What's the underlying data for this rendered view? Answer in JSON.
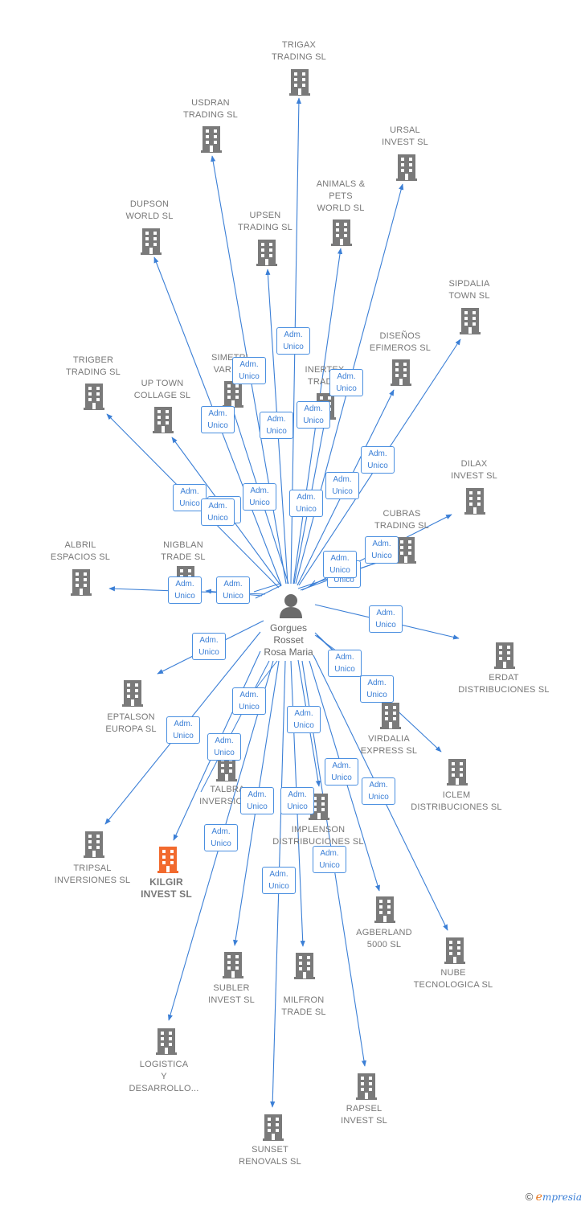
{
  "colors": {
    "edge": "#3b7fd6",
    "building": "#7a7a7a",
    "building_highlight": "#f26a2e",
    "role_border": "#4a8fe0",
    "role_text": "#3b7fd6",
    "label": "#777777"
  },
  "center": {
    "name": "Gorgues\nRosset\nRosa Maria",
    "icon": "person-icon"
  },
  "role_text": "Adm.\nUnico",
  "companies": [
    {
      "name": "TRIGAX\nTRADING SL"
    },
    {
      "name": "USDRAN\nTRADING SL"
    },
    {
      "name": "URSAL\nINVEST SL"
    },
    {
      "name": "DUPSON\nWORLD SL"
    },
    {
      "name": "UPSEN\nTRADING SL"
    },
    {
      "name": "ANIMALS &\nPETS\nWORLD SL"
    },
    {
      "name": "SIPDALIA\nTOWN SL"
    },
    {
      "name": "DISEÑOS\nEFIMEROS SL"
    },
    {
      "name": "SIMETRI\nVARIAB"
    },
    {
      "name": "INERTEX\nTRADIN"
    },
    {
      "name": "TRIGBER\nTRADING SL"
    },
    {
      "name": "UP TOWN\nCOLLAGE SL"
    },
    {
      "name": "DILAX\nINVEST SL"
    },
    {
      "name": "CUBRAS\nTRADING SL"
    },
    {
      "name": "ALBRIL\nESPACIOS SL"
    },
    {
      "name": "NIGBLAN\nTRADE SL"
    },
    {
      "name": "ERDAT\nDISTRIBUCIONES SL"
    },
    {
      "name": "EPTALSON\nEUROPA SL"
    },
    {
      "name": "VIRDALIA\nEXPRESS SL"
    },
    {
      "name": "ICLEM\nDISTRIBUCIONES SL"
    },
    {
      "name": "TALBRA\nINVERSIONE"
    },
    {
      "name": "IMPLENSON\nDISTRIBUCIONES SL"
    },
    {
      "name": "TRIPSAL\nINVERSIONES SL"
    },
    {
      "name": "KILGIR\nINVEST SL"
    },
    {
      "name": "AGBERLAND\n5000 SL"
    },
    {
      "name": "NUBE\nTECNOLOGICA SL"
    },
    {
      "name": "SUBLER\nINVEST SL"
    },
    {
      "name": "MILFRON\nTRADE SL"
    },
    {
      "name": "LOGISTICA\nY\nDESARROLLO..."
    },
    {
      "name": "RAPSEL\nINVEST SL"
    },
    {
      "name": "SUNSET\nRENOVALS SL"
    }
  ],
  "footer": {
    "copyright": "©",
    "brand_e": "e",
    "brand_rest": "mpresia"
  }
}
